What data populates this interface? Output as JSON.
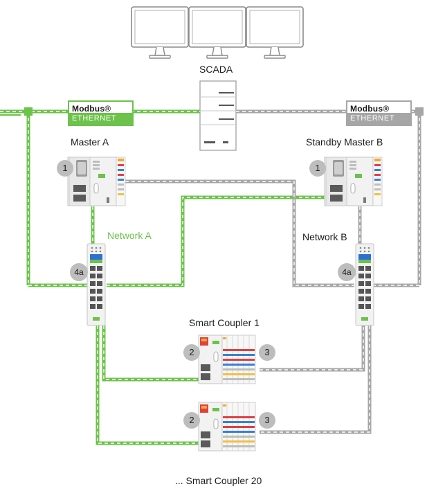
{
  "labels": {
    "scada": "SCADA",
    "master_a": "Master A",
    "standby_master_b": "Standby Master B",
    "network_a": "Network A",
    "network_b": "Network B",
    "smart_coupler_1": "Smart Coupler 1",
    "smart_coupler_20": "... Smart Coupler 20"
  },
  "modbus_left": {
    "top": "Modbus®",
    "bottom": "ETHERNET"
  },
  "modbus_right": {
    "top": "Modbus®",
    "bottom": "ETHERNET"
  },
  "badges": {
    "master_a": "1",
    "master_b": "1",
    "switch_a": "4a",
    "switch_b": "4a",
    "coupler1_left": "2",
    "coupler1_right": "3",
    "coupler20_left": "2",
    "coupler20_right": "3"
  },
  "colors": {
    "network_a": "#6cc24a",
    "network_b": "#a6a6a6",
    "badge": "#bdbdbd",
    "device_body": "#f2f2f2",
    "device_outline": "#c4c4c4"
  }
}
